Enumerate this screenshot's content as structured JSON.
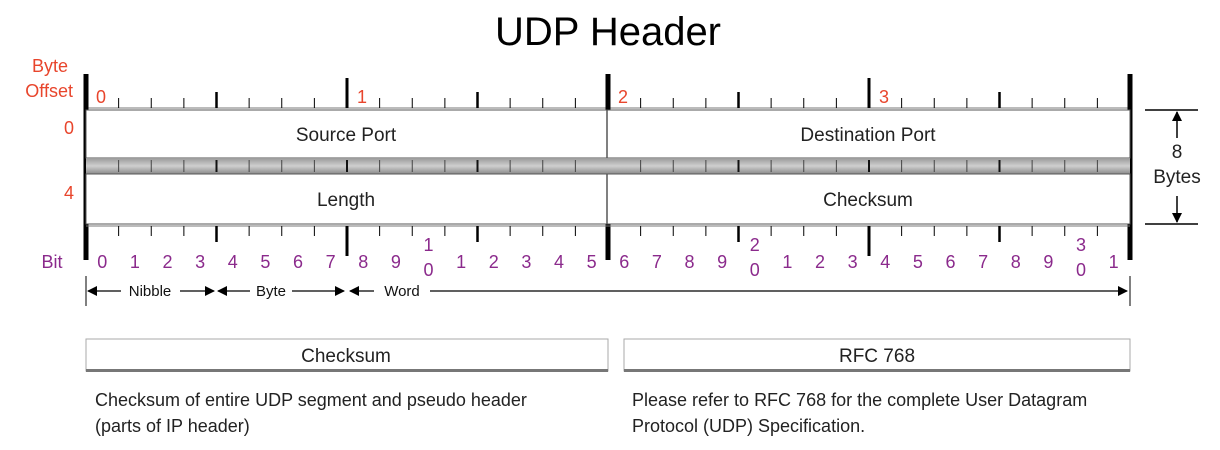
{
  "title": "UDP Header",
  "byte_offset_label": [
    "Byte",
    "Offset"
  ],
  "bit_label": "Bit",
  "byte_markers": [
    "0",
    "1",
    "2",
    "3"
  ],
  "row_offsets": [
    "0",
    "4"
  ],
  "rows": [
    {
      "fields": [
        "Source Port",
        "Destination Port"
      ]
    },
    {
      "fields": [
        "Length",
        "Checksum"
      ]
    }
  ],
  "size_label": [
    "8",
    "Bytes"
  ],
  "bit_numbers": [
    {
      "top": "0"
    },
    {
      "top": "1"
    },
    {
      "top": "2"
    },
    {
      "top": "3"
    },
    {
      "top": "4"
    },
    {
      "top": "5"
    },
    {
      "top": "6"
    },
    {
      "top": "7"
    },
    {
      "top": "8"
    },
    {
      "top": "9"
    },
    {
      "top": "1",
      "bottom": "0"
    },
    {
      "top": "1"
    },
    {
      "top": "2"
    },
    {
      "top": "3"
    },
    {
      "top": "4"
    },
    {
      "top": "5"
    },
    {
      "top": "6"
    },
    {
      "top": "7"
    },
    {
      "top": "8"
    },
    {
      "top": "9"
    },
    {
      "top": "2",
      "bottom": "0"
    },
    {
      "top": "1"
    },
    {
      "top": "2"
    },
    {
      "top": "3"
    },
    {
      "top": "4"
    },
    {
      "top": "5"
    },
    {
      "top": "6"
    },
    {
      "top": "7"
    },
    {
      "top": "8"
    },
    {
      "top": "9"
    },
    {
      "top": "3",
      "bottom": "0"
    },
    {
      "top": "1"
    }
  ],
  "scale_labels": {
    "nibble": "Nibble",
    "byte": "Byte",
    "word": "Word"
  },
  "legend": [
    {
      "heading": "Checksum",
      "description": "Checksum of entire UDP segment and pseudo header (parts of IP header)"
    },
    {
      "heading": "RFC 768",
      "description": "Please refer to RFC 768 for the complete User Datagram Protocol (UDP) Specification."
    }
  ]
}
